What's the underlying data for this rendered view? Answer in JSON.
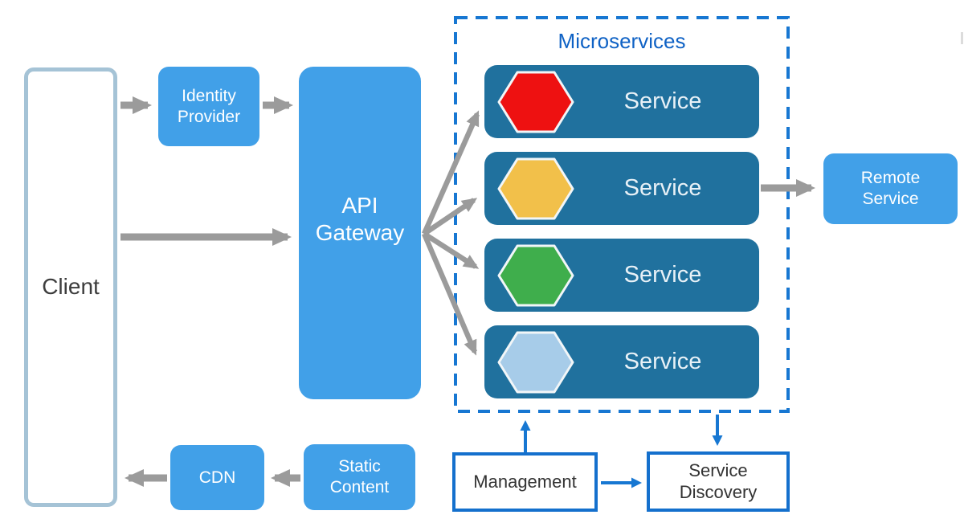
{
  "diagram": {
    "nodes": {
      "client": {
        "label": "Client"
      },
      "identity_provider": {
        "label": "Identity Provider"
      },
      "api_gateway": {
        "label": "API Gateway"
      },
      "remote_service": {
        "label": "Remote Service"
      },
      "cdn": {
        "label": "CDN"
      },
      "static_content": {
        "label": "Static Content"
      },
      "management": {
        "label": "Management"
      },
      "service_discovery": {
        "label": "Service Discovery"
      }
    },
    "microservices": {
      "title": "Microservices",
      "services": [
        {
          "label": "Service",
          "hex_color": "#ee1111",
          "hex_name": "red-hexagon"
        },
        {
          "label": "Service",
          "hex_color": "#f2c04a",
          "hex_name": "yellow-hexagon"
        },
        {
          "label": "Service",
          "hex_color": "#3fae4c",
          "hex_name": "green-hexagon"
        },
        {
          "label": "Service",
          "hex_color": "#a7cce9",
          "hex_name": "light-blue-hexagon"
        }
      ]
    },
    "connections": [
      {
        "from": "Client",
        "to": "Identity Provider",
        "color": "gray"
      },
      {
        "from": "Identity Provider",
        "to": "API Gateway",
        "color": "gray"
      },
      {
        "from": "Client",
        "to": "API Gateway",
        "color": "gray"
      },
      {
        "from": "API Gateway",
        "to": "Service (red)",
        "color": "gray"
      },
      {
        "from": "API Gateway",
        "to": "Service (yellow)",
        "color": "gray"
      },
      {
        "from": "API Gateway",
        "to": "Service (green)",
        "color": "gray"
      },
      {
        "from": "API Gateway",
        "to": "Service (light blue)",
        "color": "gray"
      },
      {
        "from": "Service (yellow)",
        "to": "Remote Service",
        "color": "gray"
      },
      {
        "from": "Static Content",
        "to": "CDN",
        "color": "gray"
      },
      {
        "from": "CDN",
        "to": "Client",
        "color": "gray"
      },
      {
        "from": "Management",
        "to": "Microservices",
        "color": "blue"
      },
      {
        "from": "Microservices",
        "to": "Service Discovery",
        "color": "blue"
      },
      {
        "from": "Management",
        "to": "Service Discovery",
        "color": "blue"
      }
    ],
    "colors": {
      "node_blue": "#41a0e8",
      "service_teal": "#20719e",
      "client_border": "#a5c3d6",
      "gray_arrow": "#9b9b9b",
      "blue_accent": "#1777d2",
      "outline_box_border": "#1470cd",
      "title_blue": "#0f62c5",
      "dark_text": "#3d3d3d"
    }
  }
}
